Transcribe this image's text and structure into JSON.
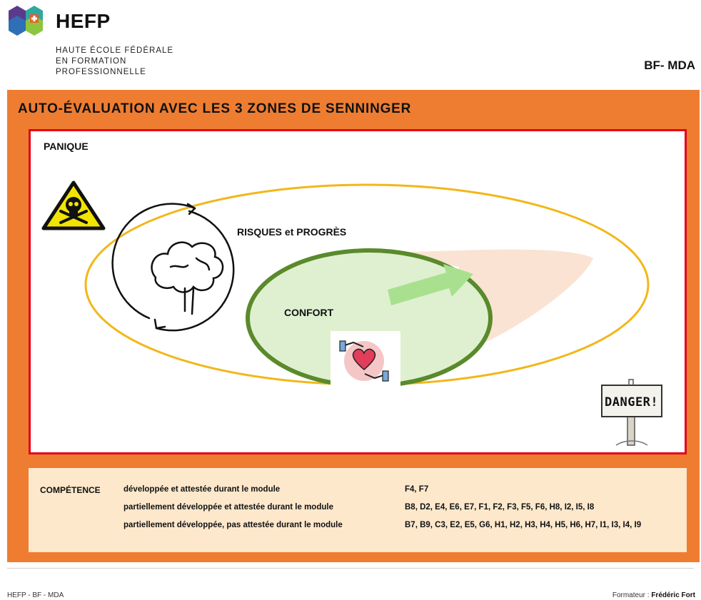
{
  "header": {
    "brand": "HEFP",
    "subtitle_lines": [
      "HAUTE ÉCOLE FÉDÉRALE",
      "EN FORMATION",
      "PROFESSIONNELLE"
    ],
    "code": "BF- MDA"
  },
  "panel": {
    "title": "AUTO-ÉVALUATION AVEC LES 3 ZONES DE SENNINGER",
    "zones": {
      "panic": "PANIQUE",
      "risk": "RISQUES et PROGRÈS",
      "comfort": "CONFORT",
      "danger_sign": "DANGER!"
    },
    "colors": {
      "panel_bg": "#ee7d31",
      "panic_border": "#e3001b",
      "risk_ellipse": "#f2b719",
      "comfort_border": "#5a8a2b",
      "comfort_fill": "#dff0d0",
      "arrow": "#a9e08f",
      "comp_bg": "#fde8cc"
    },
    "icons": [
      "skull-warning-icon",
      "brain-cycle-icon",
      "heart-hands-icon",
      "danger-sign-icon",
      "growth-arrow-icon"
    ]
  },
  "competence": {
    "heading": "COMPÉTENCE",
    "rows": [
      {
        "description": "développée et attestée durant le module",
        "codes": "F4, F7"
      },
      {
        "description": "partiellement développée et attestée durant le module",
        "codes": "B8, D2, E4, E6, E7, F1, F2, F3, F5, F6, H8, I2, I5, I8"
      },
      {
        "description": "partiellement développée, pas attestée durant le module",
        "codes": "B7, B9, C3, E2, E5, G6, H1, H2, H3, H4, H5, H6, H7, I1, I3, I4, I9"
      }
    ]
  },
  "footer": {
    "left": "HEFP - BF - MDA",
    "right_label": "Formateur : ",
    "right_name": "Frédéric Fort"
  }
}
